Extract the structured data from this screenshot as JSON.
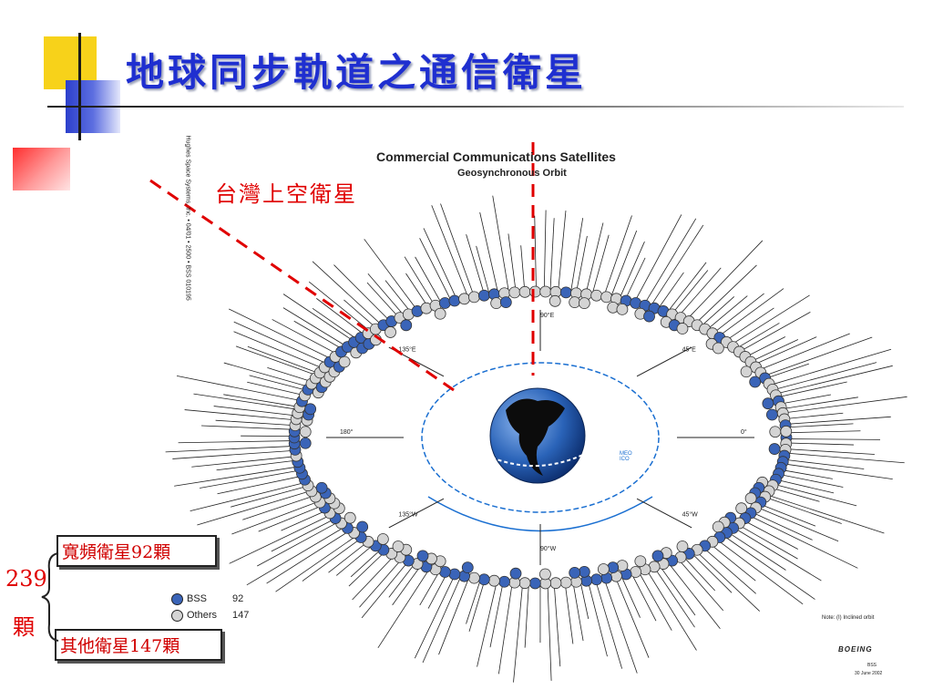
{
  "slide": {
    "title": "地球同步軌道之通信衛星"
  },
  "figure": {
    "heading": "Commercial Communications Satellites",
    "subheading": "Geosynchronous Orbit",
    "side_credit": "Hughes Space Systems, Inc. • 04/01 • 2500 • BSS 010195",
    "longitude_labels": [
      "90°E",
      "135°E",
      "45°E",
      "180°",
      "0°",
      "135°W",
      "45°W",
      "90°W"
    ],
    "meo_label": "MEO\nICO",
    "note": "Note: (I) Inclined orbit",
    "brand": "BOEING",
    "footer_code": "BSS",
    "footer_date": "30 June 2002"
  },
  "annotations": {
    "taiwan_label": "台灣上空衛星",
    "broadband_box": "寬頻衛星92顆",
    "others_box": "其他衛星147顆",
    "total_number": "239",
    "total_unit": "顆"
  },
  "legend": {
    "items": [
      {
        "name": "BSS",
        "count": "92",
        "color": "#3a64b8"
      },
      {
        "name": "Others",
        "count": "147",
        "color": "#d4d4d4"
      }
    ]
  },
  "colors": {
    "title": "#1f2fd0",
    "annotation_red": "#e00000",
    "orbit_blue": "#1a6fd1",
    "deco_yellow": "#f7d21a",
    "deco_blue": "#2c3fcc"
  }
}
